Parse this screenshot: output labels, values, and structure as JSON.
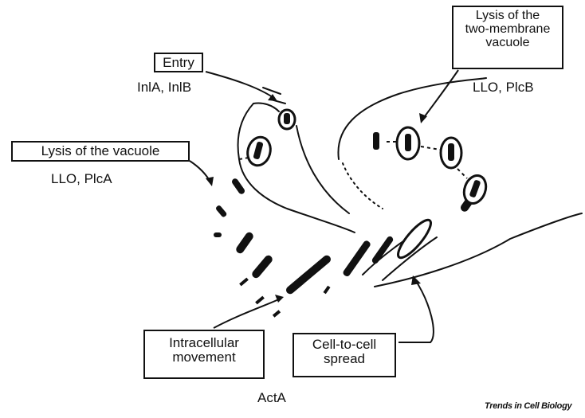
{
  "labels": {
    "entry": {
      "title": "Entry",
      "factors": "InlA, InlB"
    },
    "lysis_vacuole": {
      "title": "Lysis of the vacuole",
      "factors": "LLO, PlcA"
    },
    "lysis_two_membrane": {
      "title_line1": "Lysis of the",
      "title_line2": "two-membrane",
      "title_line3": "vacuole",
      "factors": "LLO, PlcB"
    },
    "intracellular_movement": {
      "title_line1": "Intracellular",
      "title_line2": "movement",
      "factors": "ActA"
    },
    "cell_to_cell_spread": {
      "title_line1": "Cell-to-cell",
      "title_line2": "spread"
    }
  },
  "source": "Trends in Cell Biology",
  "colors": {
    "ink": "#111111",
    "background": "#ffffff"
  }
}
